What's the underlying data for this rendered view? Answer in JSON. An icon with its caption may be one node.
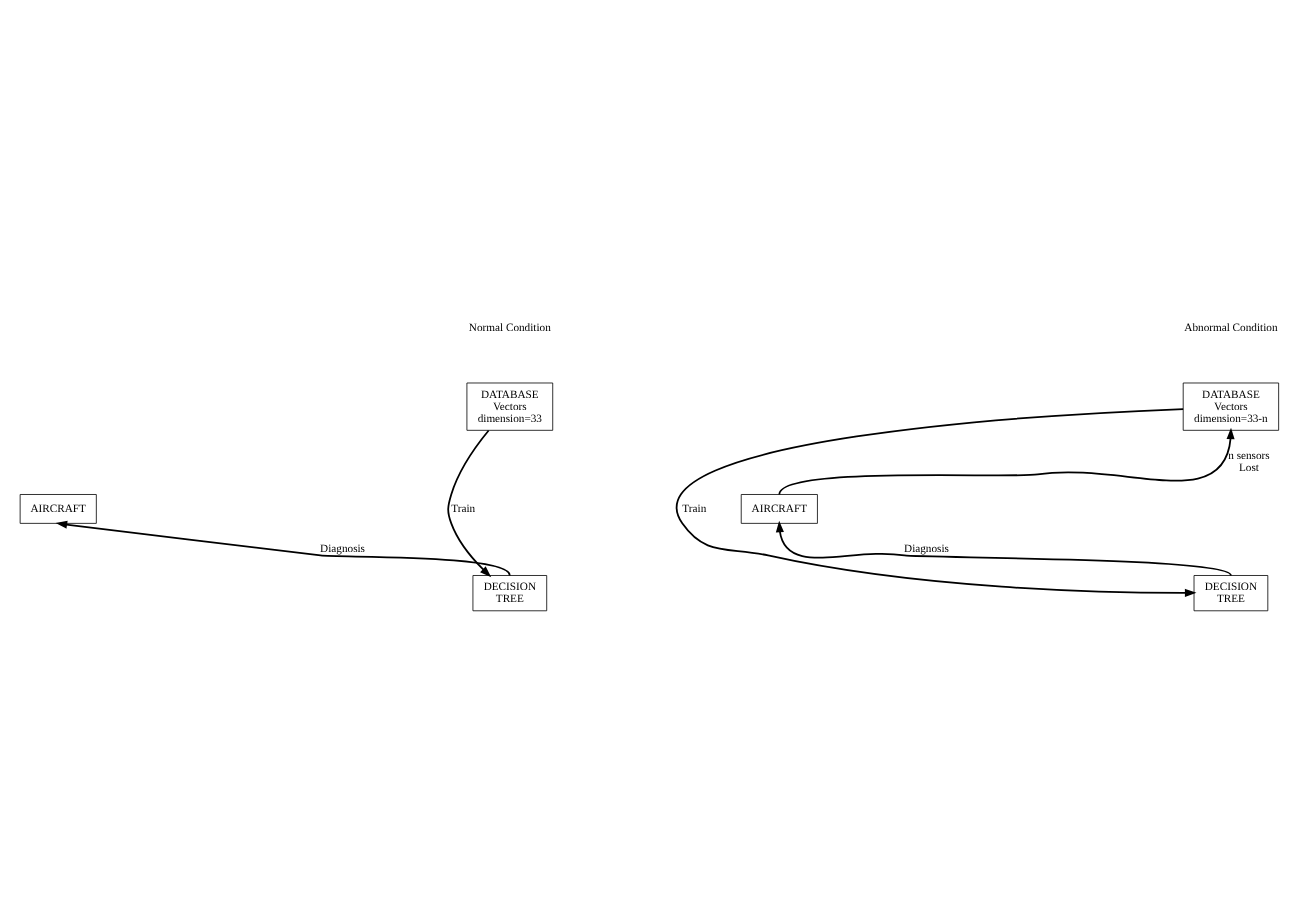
{
  "diagram": {
    "nodes": [
      {
        "text": [
          "DATABASE Vectors dimension=33"
        ]
      },
      {
        "text": [
          "AIRCRAFT"
        ]
      },
      {
        "text": [
          "DECISION TREE"
        ]
      },
      {
        "text": [
          "DATABASE Vectors dimension=33-n"
        ]
      },
      {
        "text": [
          "AIRCRAFT"
        ]
      },
      {
        "text": [
          "DECISION TREE"
        ]
      }
    ],
    "edges": [
      {
        "from": 0,
        "to": 2,
        "arrow": "to",
        "label": "Train"
      },
      {
        "from": 2,
        "to": 1,
        "arrow": "to",
        "label": "Diagnosis"
      },
      {
        "from": 4,
        "to": 3,
        "arrow": "to",
        "label": "n sensors Lost"
      },
      {
        "from": 3,
        "to": 5,
        "arrow": "to",
        "label": "Train"
      },
      {
        "from": 5,
        "to": 4,
        "arrow": "to",
        "label": "Diagnosis"
      }
    ],
    "labels": [
      "Normal Condition",
      "Abnormal Condition"
    ]
  }
}
